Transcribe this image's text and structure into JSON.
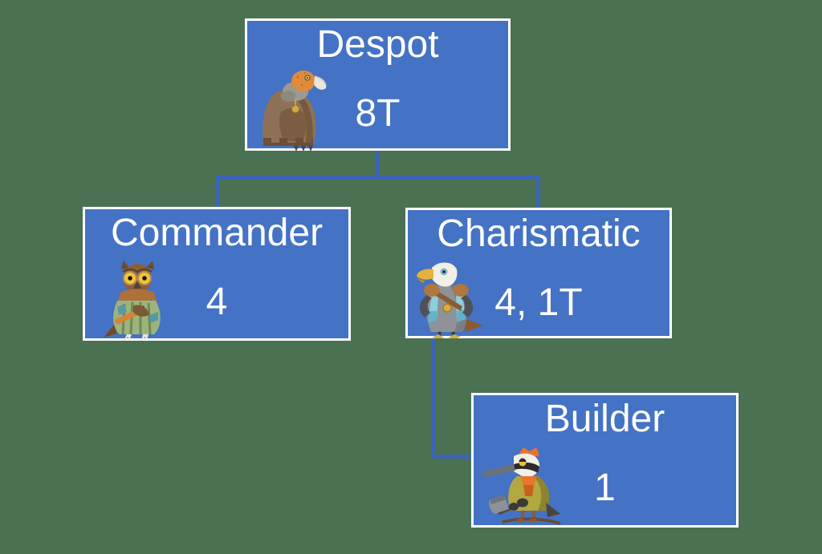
{
  "canvas": {
    "background_color": "#4a7152"
  },
  "style": {
    "node_fill": "#4472c4",
    "node_border_color": "#ffffff",
    "connector_color": "#3a64b4",
    "text_color": "#ffffff"
  },
  "nodes": [
    {
      "id": "despot",
      "title": "Despot",
      "value": "8T",
      "character_icon": "vulture-character"
    },
    {
      "id": "commander",
      "title": "Commander",
      "value": "4",
      "character_icon": "owl-character"
    },
    {
      "id": "charismatic",
      "title": "Charismatic",
      "value": "4, 1T",
      "character_icon": "eagle-character"
    },
    {
      "id": "builder",
      "title": "Builder",
      "value": "1",
      "character_icon": "woodpecker-character"
    }
  ],
  "edges": [
    {
      "from": "Despot",
      "to": "Commander"
    },
    {
      "from": "Despot",
      "to": "Charismatic"
    },
    {
      "from": "Charismatic",
      "to": "Builder"
    }
  ]
}
